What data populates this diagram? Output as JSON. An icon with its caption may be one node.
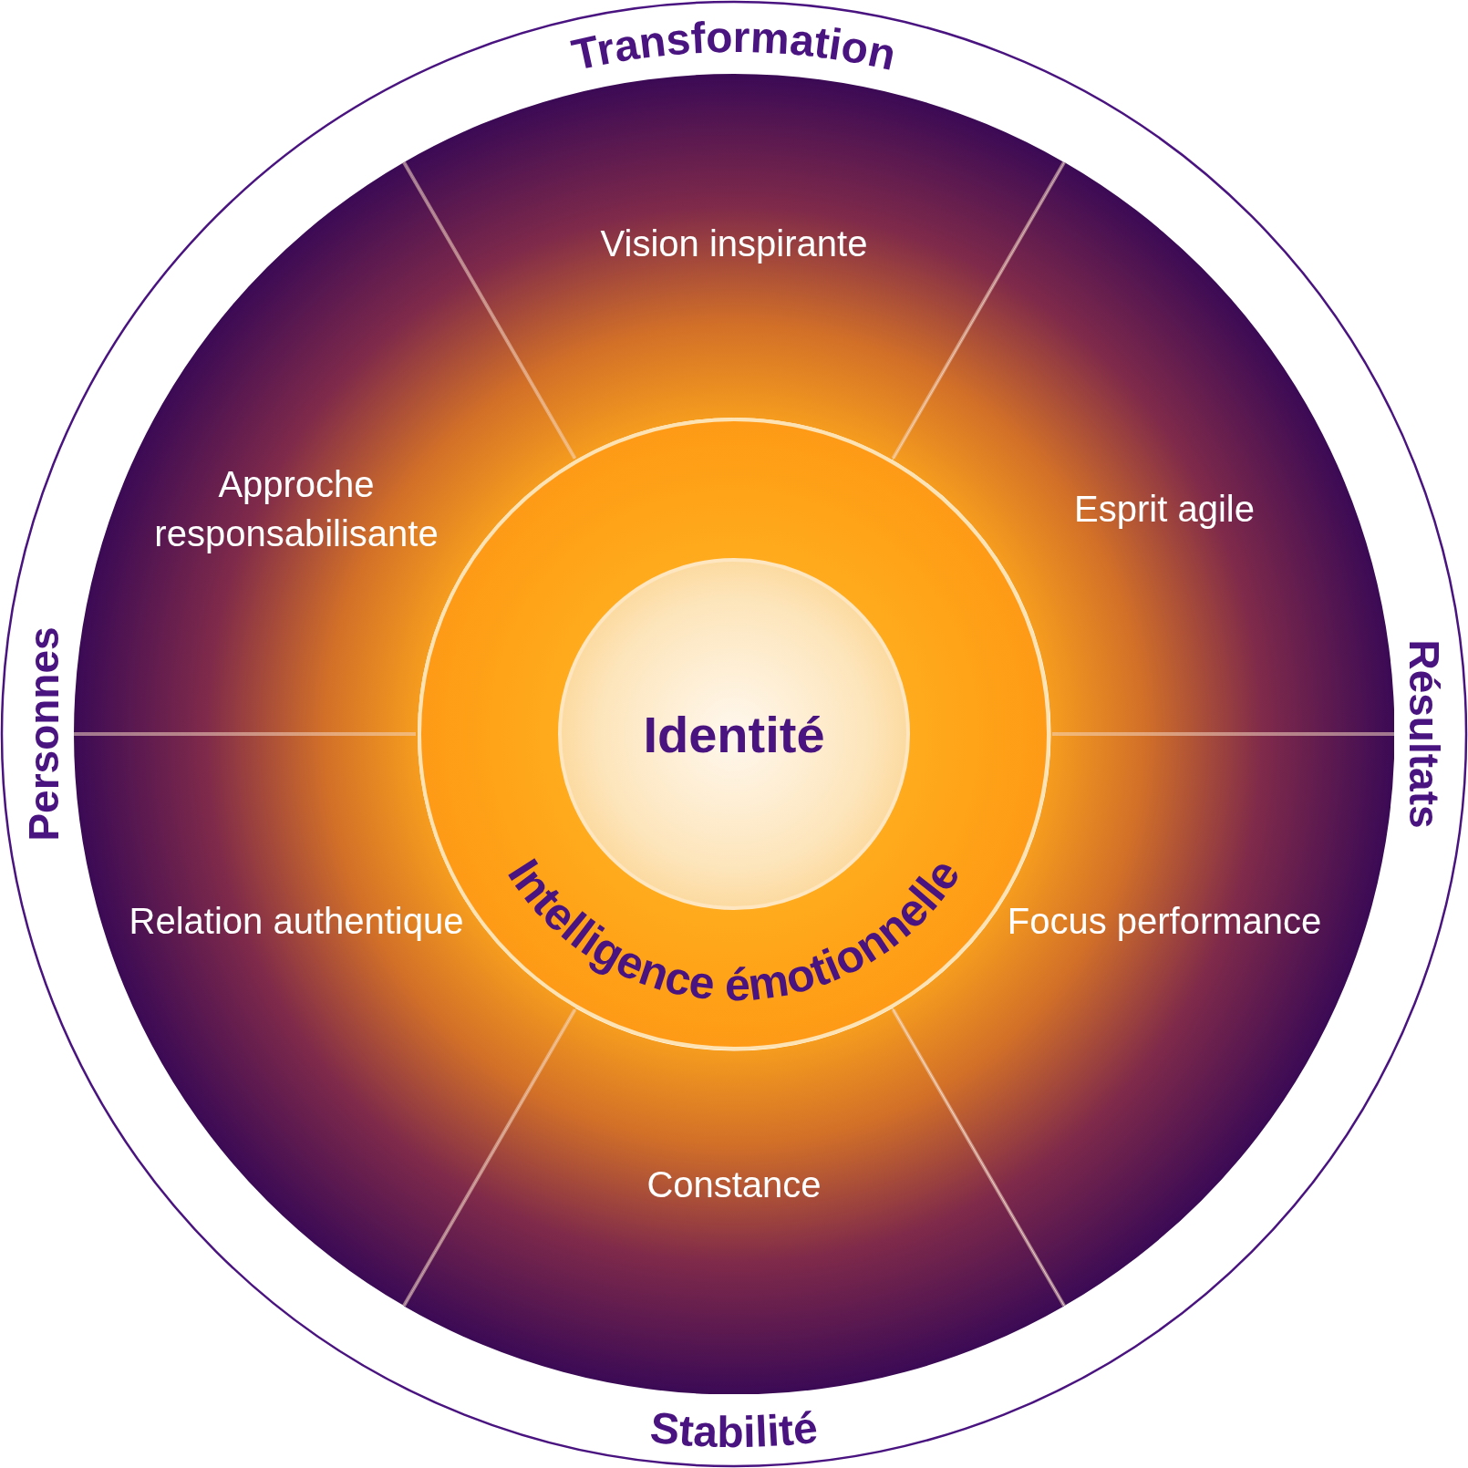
{
  "diagram": {
    "nodes": [
      {
        "text": [
          "Vision inspirante"
        ]
      },
      {
        "text": [
          "Approche responsabilisante"
        ]
      },
      {
        "text": [
          "Esprit agile"
        ]
      },
      {
        "text": [
          "Relation authentique"
        ]
      },
      {
        "text": [
          "Focus performance"
        ]
      },
      {
        "text": [
          "Constance"
        ]
      },
      {
        "text": [
          "Intelligence émotionnelle"
        ]
      },
      {
        "text": [
          "Identité"
        ],
        "in": 6
      }
    ],
    "labels": [
      "Transformation",
      "Personnes",
      "Résultats",
      "Stabilité"
    ]
  }
}
